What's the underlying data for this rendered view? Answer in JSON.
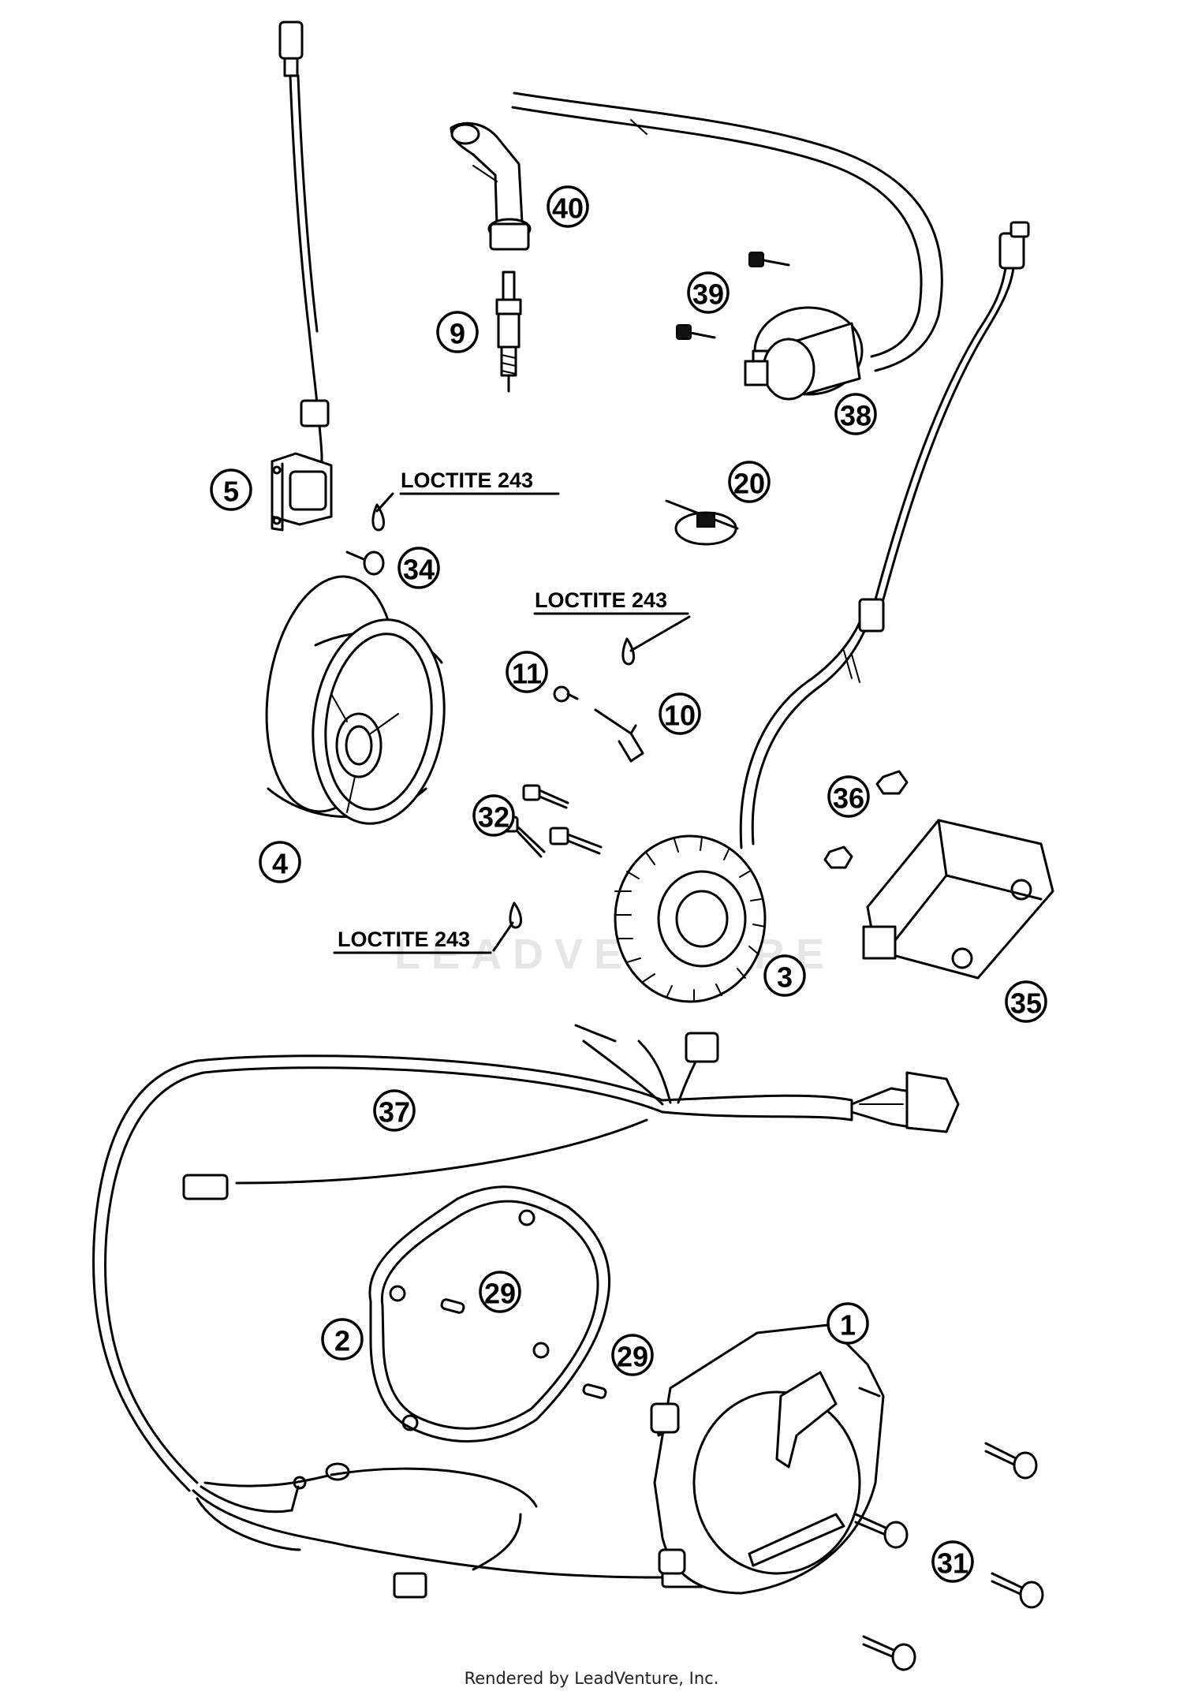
{
  "watermark": "LEADVENTURE",
  "note_label": "LOCTITE 243",
  "footer": "Rendered by LeadVenture, Inc.",
  "callouts": [
    "40",
    "39",
    "9",
    "38",
    "5",
    "20",
    "34",
    "11",
    "10",
    "4",
    "36",
    "32",
    "3",
    "35",
    "37",
    "29",
    "2",
    "29",
    "1",
    "31"
  ],
  "notes": [
    "LOCTITE 243",
    "LOCTITE 243",
    "LOCTITE 243"
  ]
}
